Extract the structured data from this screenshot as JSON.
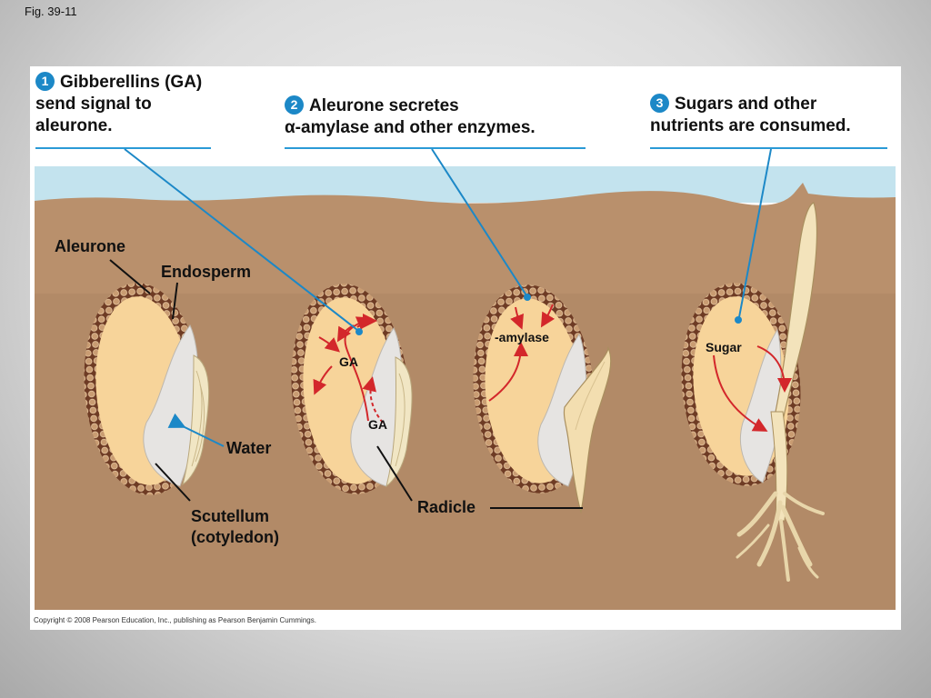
{
  "figure_label": "Fig. 39-11",
  "steps": [
    {
      "number": "1",
      "lines": [
        "Gibberellins (GA)",
        "send signal to",
        "aleurone."
      ]
    },
    {
      "number": "2",
      "lines": [
        "Aleurone secretes",
        "α-amylase and other enzymes."
      ]
    },
    {
      "number": "3",
      "lines": [
        "Sugars and other",
        "nutrients are consumed."
      ]
    }
  ],
  "labels": {
    "aleurone": "Aleurone",
    "endosperm": "Endosperm",
    "water": "Water",
    "scutellum": "Scutellum",
    "cotyledon": "(cotyledon)",
    "ga_1": "GA",
    "ga_2": "GA",
    "amylase": "-amylase",
    "amylase_glyph": "",
    "sugar": "Sugar",
    "radicle": "Radicle"
  },
  "copyright": "Copyright © 2008 Pearson Education, Inc., publishing as Pearson Benjamin Cummings.",
  "colors": {
    "soil": "#b9906c",
    "sky": "#c3e3ee",
    "seed_coat": "#6e3b24",
    "aleurone_cell": "#c99c72",
    "endosperm": "#f7d49a",
    "embryo": "#ebe7dc",
    "leader": "#1c88c7",
    "arrow": "#d3272b"
  }
}
